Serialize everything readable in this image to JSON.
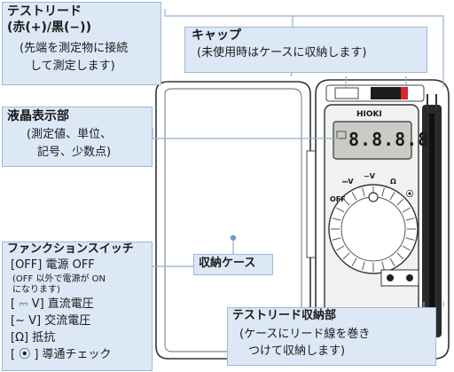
{
  "colors": {
    "callout_bg": "#dce8f6",
    "callout_border": "#9fb8d4",
    "leader_line": "#8fb0d6",
    "case_outline": "#333333",
    "lcd_screen": "#c9cbc4",
    "probe_red_tag": "#d42a2a"
  },
  "test_lead": {
    "title": "テストリード",
    "subtitle": "(赤(+)/黒(−))",
    "desc_line1": "(先端を測定物に接続",
    "desc_line2": "して測定します)"
  },
  "cap": {
    "title": "キャップ",
    "desc": "(未使用時はケースに収納します)"
  },
  "lcd": {
    "title": "液晶表示部",
    "desc_line1": "(測定値、単位、",
    "desc_line2": "記号、少数点)"
  },
  "function_switch": {
    "title": "ファンクションスイッチ",
    "item_off": "[OFF] 電源 OFF",
    "note_line1": "(OFF 以外で電源が ON",
    "note_line2": "になります)",
    "item_dcv": "[ ⎓ V] 直流電圧",
    "item_acv": "[∼ V] 交流電圧",
    "item_ohm": "[Ω] 抵抗",
    "item_cont": "[ ⦿ ] 導通チェック"
  },
  "storage_case": {
    "title": "収納ケース"
  },
  "lead_storage": {
    "title": "テストリード収納部",
    "desc_line1": "(ケースにリード線を巻き",
    "desc_line2": "つけて収納します)"
  },
  "device": {
    "brand": "HIOKI",
    "lcd_digits": "8.8.8.8",
    "dial_labels": [
      "OFF",
      "⎓V",
      "∼V",
      "Ω",
      "⦿"
    ]
  }
}
